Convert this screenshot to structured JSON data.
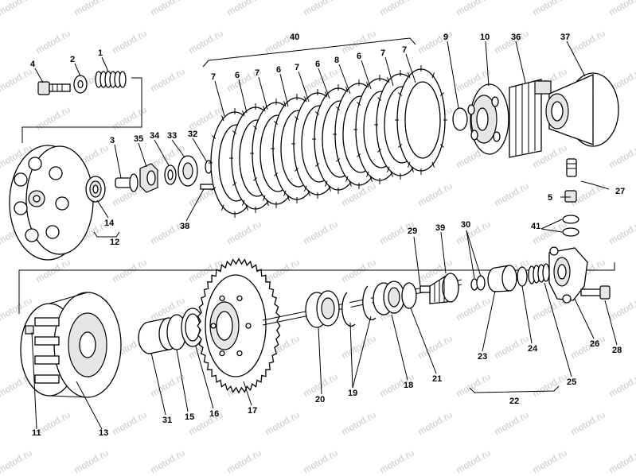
{
  "watermark": "motod.ru",
  "labels": {
    "p1": "1",
    "p2": "2",
    "p3": "3",
    "p4": "4",
    "p5": "5",
    "p6a": "6",
    "p6b": "6",
    "p6c": "6",
    "p6d": "6",
    "p7a": "7",
    "p7b": "7",
    "p7c": "7",
    "p7d": "7",
    "p7e": "7",
    "p8": "8",
    "p9": "9",
    "p10": "10",
    "p11": "11",
    "p12": "12",
    "p13": "13",
    "p14": "14",
    "p15": "15",
    "p16": "16",
    "p17": "17",
    "p18": "18",
    "p19": "19",
    "p20": "20",
    "p21": "21",
    "p22": "22",
    "p23": "23",
    "p24": "24",
    "p25": "25",
    "p26": "26",
    "p27": "27",
    "p28": "28",
    "p29": "29",
    "p30": "30",
    "p31": "31",
    "p32": "32",
    "p33": "33",
    "p34": "34",
    "p35": "35",
    "p36": "36",
    "p37": "37",
    "p38": "38",
    "p39": "39",
    "p40": "40",
    "p41": "41"
  }
}
